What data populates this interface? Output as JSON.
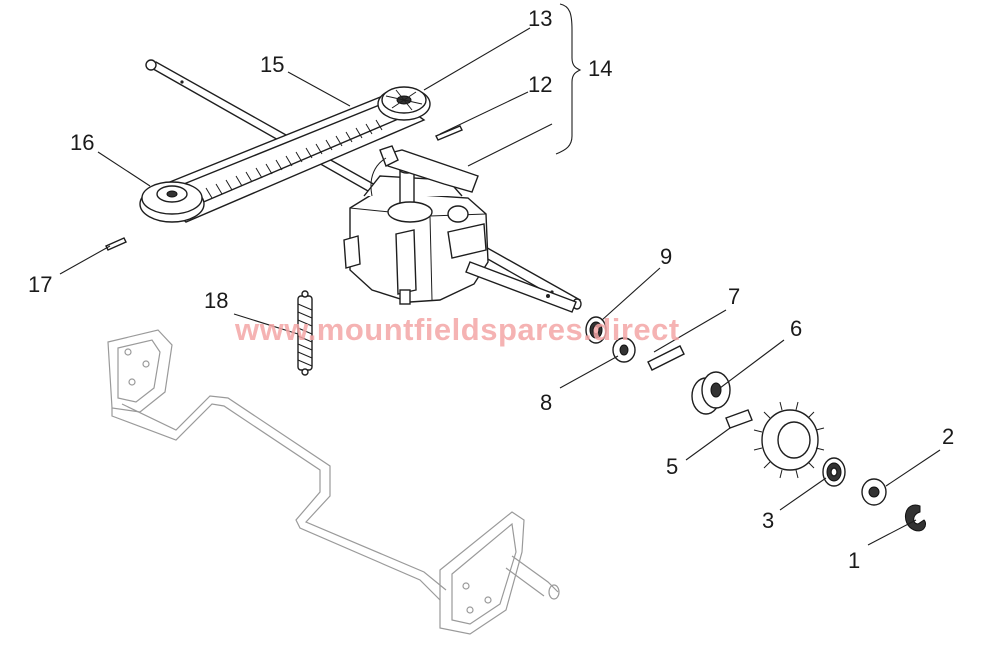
{
  "callouts": {
    "c1": "1",
    "c2": "2",
    "c3": "3",
    "c5": "5",
    "c6": "6",
    "c7": "7",
    "c8": "8",
    "c9": "9",
    "c12": "12",
    "c13": "13",
    "c14": "14",
    "c15": "15",
    "c16": "16",
    "c17": "17",
    "c18": "18"
  },
  "watermark": "www.mountfieldspares.direct",
  "colors": {
    "line": "#1e1e1e",
    "watermark": "#f4a6a6",
    "background": "#ffffff",
    "frame": "#9a9a9a"
  }
}
